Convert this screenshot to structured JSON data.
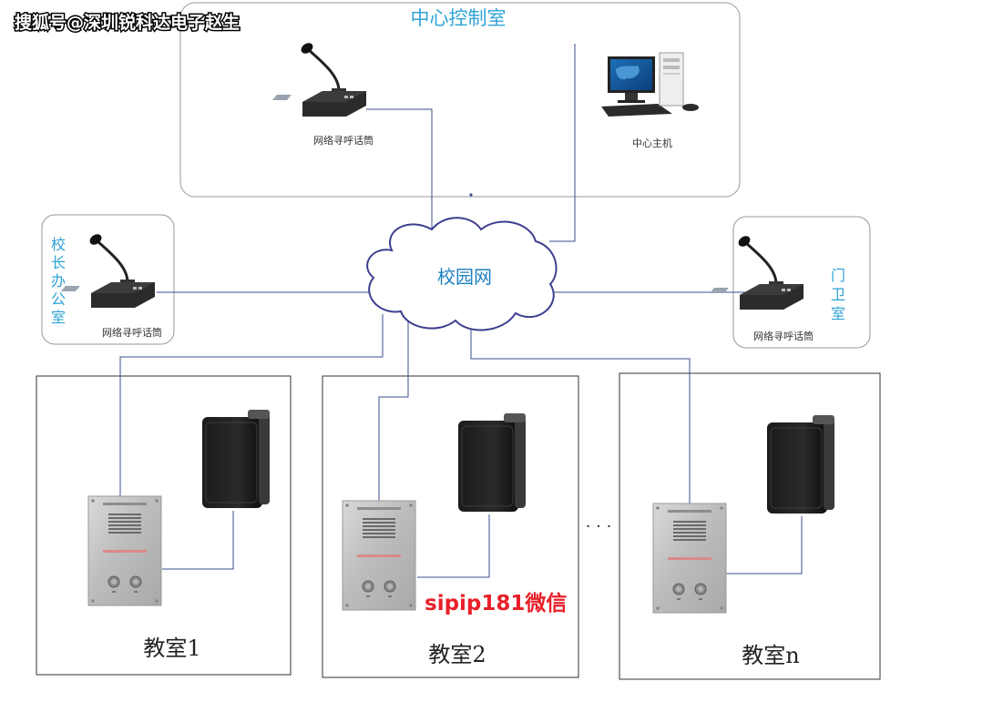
{
  "watermark": "搜狐号@深圳锐科达电子赵生",
  "control_room": {
    "title": "中心控制室",
    "mic_label": "网络寻呼话筒",
    "host_label": "中心主机"
  },
  "network": {
    "label": "校园网"
  },
  "principal_office": {
    "title_chars": [
      "校",
      "长",
      "办",
      "公",
      "室"
    ],
    "mic_label": "网络寻呼话筒"
  },
  "gate": {
    "title_chars": [
      "门",
      "卫",
      "室"
    ],
    "mic_label": "网络寻呼话筒"
  },
  "classrooms": [
    {
      "label": "教室1"
    },
    {
      "label": "教室2"
    },
    {
      "label": "教室n"
    }
  ],
  "ellipsis": "· · ·",
  "overlay_text": "sipip181微信",
  "colors": {
    "title_blue": "#2fa3d6",
    "net_blue": "#1c7fc1",
    "cloud_stroke": "#3d3f8f",
    "line_blue": "#3a4d8f",
    "overlay_red": "#e8202a"
  }
}
